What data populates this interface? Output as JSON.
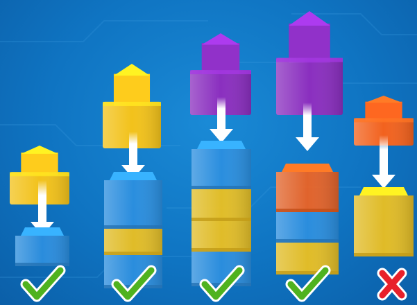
{
  "game": {
    "background_color": "#1280cc",
    "colors": {
      "blue": "#2d8fe0",
      "yellow": "#f2c21b",
      "purple": "#8a2fbf",
      "orange": "#f2621e"
    },
    "icons": {
      "arrow": "down-arrow-icon",
      "valid": "green-checkmark-icon",
      "invalid": "red-x-icon"
    },
    "examples": [
      {
        "falling_piece": "yellow",
        "stack": [
          "blue"
        ],
        "result": "valid"
      },
      {
        "falling_piece": "yellow",
        "stack": [
          "blue",
          "yellow",
          "blue"
        ],
        "result": "valid"
      },
      {
        "falling_piece": "purple",
        "stack": [
          "blue",
          "yellow",
          "yellow",
          "blue"
        ],
        "result": "valid"
      },
      {
        "falling_piece": "purple",
        "stack": [
          "orange",
          "blue",
          "yellow"
        ],
        "result": "valid"
      },
      {
        "falling_piece": "orange",
        "stack": [
          "yellow"
        ],
        "result": "invalid"
      }
    ]
  }
}
